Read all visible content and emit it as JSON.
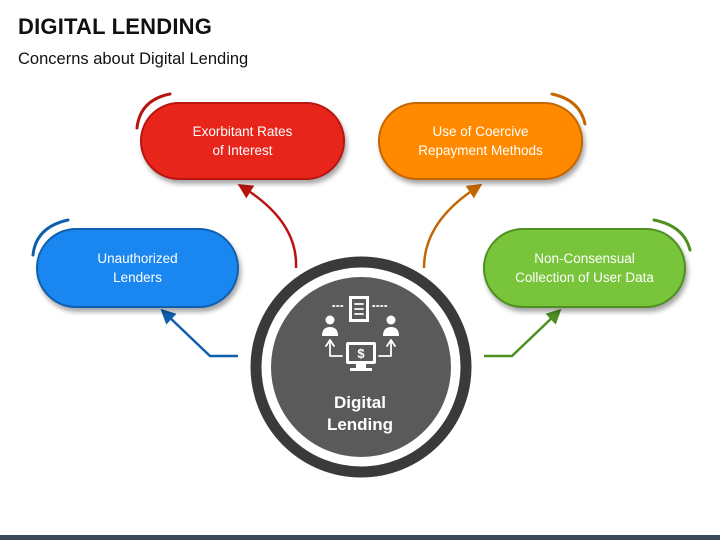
{
  "title": "DIGITAL LENDING",
  "subtitle": "Concerns about Digital Lending",
  "center": {
    "label": "Digital\nLending",
    "icon": "digital-lending-icon",
    "fill": "#5a5a5a",
    "ring": "#3a3a3a"
  },
  "nodes": [
    {
      "id": "exorbitant-rates",
      "label": "Exorbitant Rates\nof Interest",
      "color": "#e8251b",
      "edge": "#b81410"
    },
    {
      "id": "coercive-repayment",
      "label": "Use of Coercive\nRepayment Methods",
      "color": "#ff8a00",
      "edge": "#c46600"
    },
    {
      "id": "unauthorized-lenders",
      "label": "Unauthorized\nLenders",
      "color": "#1a86f0",
      "edge": "#0f5fae"
    },
    {
      "id": "non-consensual-data",
      "label": "Non-Consensual\nCollection of User Data",
      "color": "#78c43a",
      "edge": "#4f8f22"
    }
  ],
  "footer_color": "#3b4a5a"
}
